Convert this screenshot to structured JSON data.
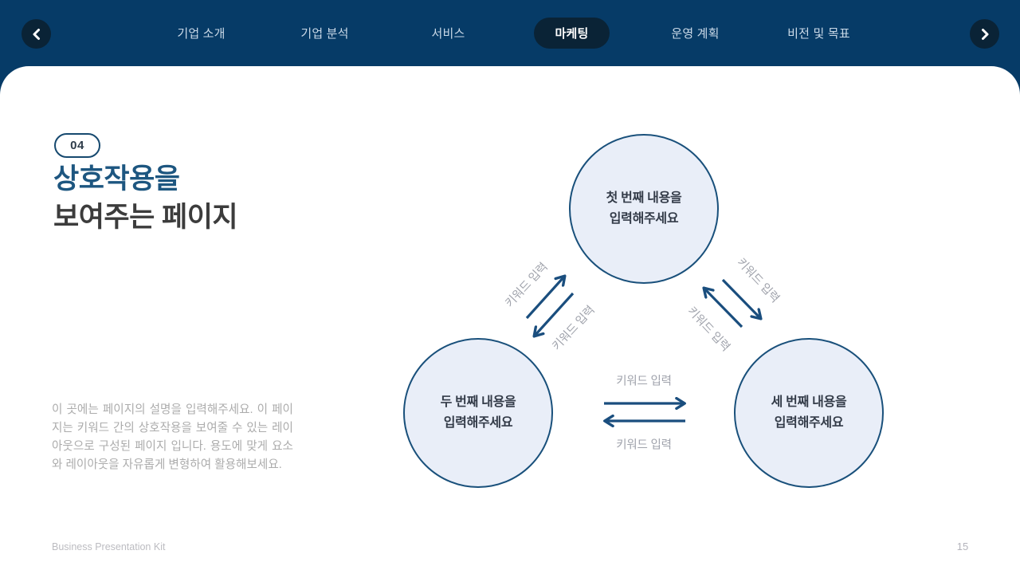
{
  "nav": {
    "items": [
      {
        "label": "기업 소개",
        "active": false
      },
      {
        "label": "기업 분석",
        "active": false
      },
      {
        "label": "서비스",
        "active": false
      },
      {
        "label": "마케팅",
        "active": true
      },
      {
        "label": "운영 계획",
        "active": false
      },
      {
        "label": "비전 및 목표",
        "active": false
      }
    ]
  },
  "content": {
    "badge": "04",
    "title_line1": "상호작용을",
    "title_line2": "보여주는 페이지",
    "description": "이 곳에는 페이지의 설명을 입력해주세요. 이 페이지는 키워드 간의 상호작용을 보여줄 수 있는 레이아웃으로 구성된 페이지 입니다. 용도에 맞게 요소와 레이아웃을 자유롭게 변형하여 활용해보세요."
  },
  "diagram": {
    "circles": [
      {
        "line1": "첫 번째 내용을",
        "line2": "입력해주세요"
      },
      {
        "line1": "두 번째 내용을",
        "line2": "입력해주세요"
      },
      {
        "line1": "세 번째 내용을",
        "line2": "입력해주세요"
      }
    ],
    "keyword_label": "키워드 입력"
  },
  "footer": {
    "brand": "Business Presentation Kit",
    "page_number": "15"
  },
  "colors": {
    "nav-bg": "#063B67",
    "pill-bg": "#0A2336",
    "accent": "#1D5680",
    "circle-fill": "#E9EEF8",
    "circle-border": "#19507B",
    "arrow": "#1A4E7E"
  }
}
